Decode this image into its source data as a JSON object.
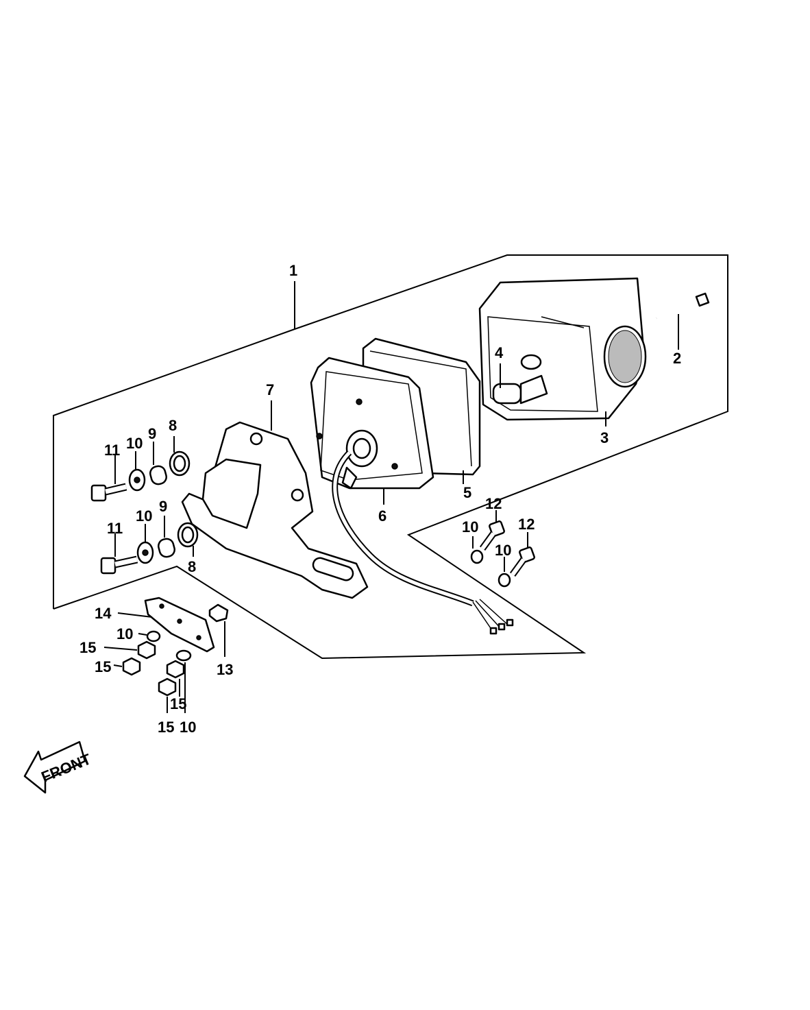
{
  "labels": {
    "l1": "1",
    "l2": "2",
    "l3": "3",
    "l4": "4",
    "l5": "5",
    "l6": "6",
    "l7": "7",
    "l8a": "8",
    "l8b": "8",
    "l9a": "9",
    "l9b": "9",
    "l10a": "10",
    "l10b": "10",
    "l10c": "10",
    "l10d": "10",
    "l10e": "10",
    "l10f": "10",
    "l11a": "11",
    "l11b": "11",
    "l12a": "12",
    "l12b": "12",
    "l13": "13",
    "l14": "14",
    "l15a": "15",
    "l15b": "15",
    "l15c": "15",
    "l15d": "15"
  },
  "front_arrow": {
    "text": "FRONT"
  }
}
